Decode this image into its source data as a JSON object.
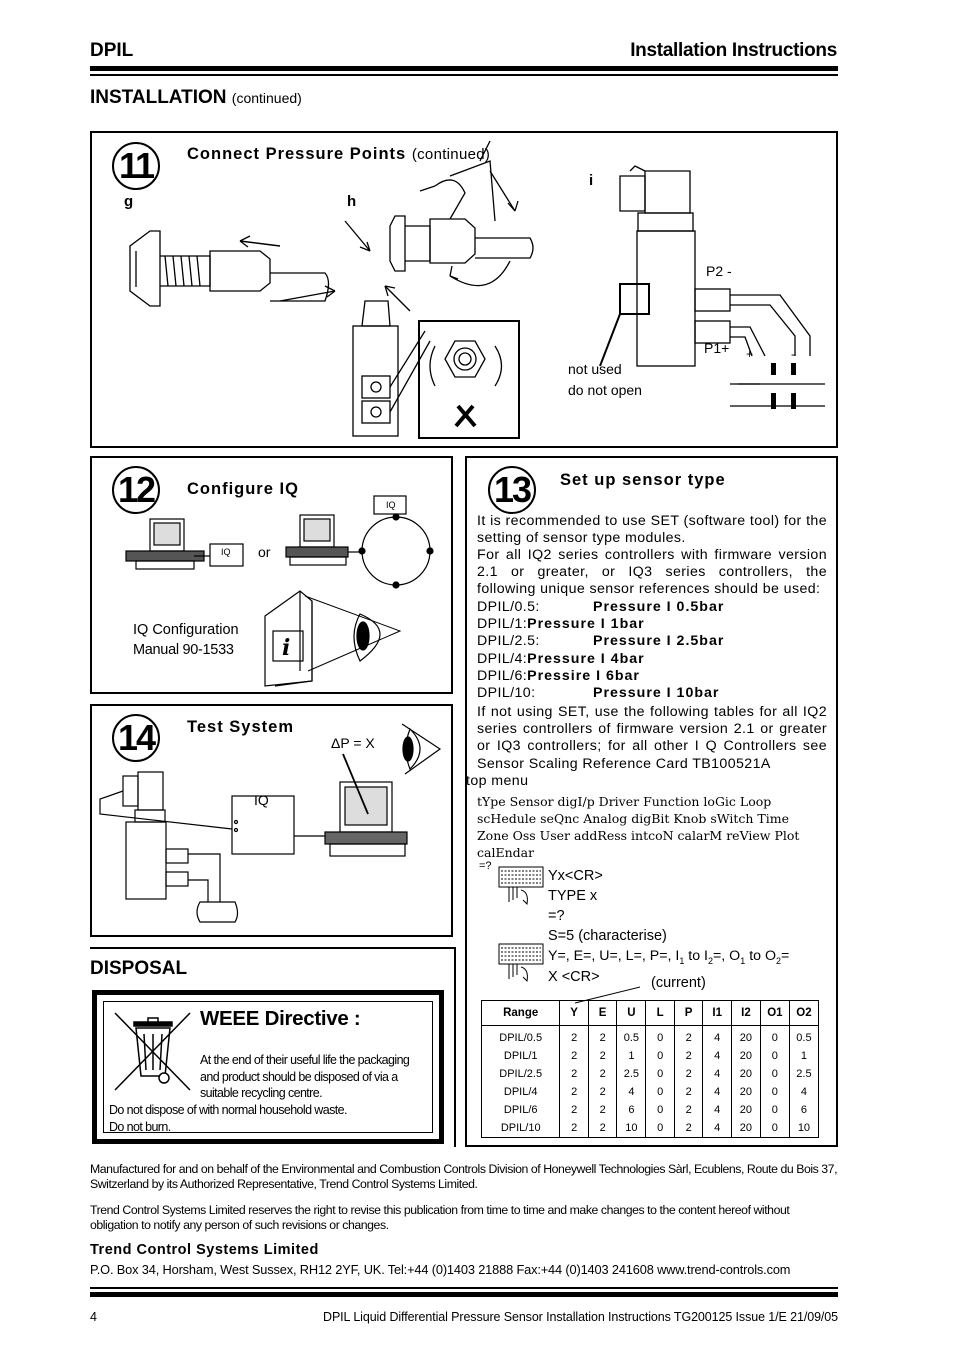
{
  "header": {
    "left": "DPIL",
    "right": "Installation Instructions"
  },
  "section_installation": {
    "title": "INSTALLATION",
    "suffix": "(continued)"
  },
  "step11": {
    "number": "11",
    "title": "Connect Pressure Points",
    "suffix": "(continued)",
    "label_g": "g",
    "label_h": "h",
    "label_i": "i",
    "p2": "P2 -",
    "p1": "P1+",
    "plus": "+",
    "minus": "-",
    "not_used": "not used",
    "do_not_open": "do not open"
  },
  "step12": {
    "number": "12",
    "title": "Configure IQ",
    "or": "or",
    "iq1": "IQ",
    "iq2": "IQ",
    "manual_line1": "IQ Configuration",
    "manual_line2": "Manual 90-1533"
  },
  "step13": {
    "number": "13",
    "title": "Set up sensor type",
    "intro": "It is recommended  to use SET (software tool) for the setting of sensor type modules.",
    "para2": "For all IQ2 series controllers with firmware version 2.1 or greater, or IQ3 series controllers, the following unique sensor references should be used:",
    "refs": [
      {
        "model": "DPIL/0.5:",
        "ref": "Pressure I 0.5bar"
      },
      {
        "model": "DPIL/1:",
        "ref": "Pressure I 1bar"
      },
      {
        "model": "DPIL/2.5:",
        "ref": "Pressure I 2.5bar"
      },
      {
        "model": "DPIL/4:",
        "ref": "Pressure I 4bar"
      },
      {
        "model": "DPIL/6:",
        "ref": "Pressire I 6bar"
      },
      {
        "model": "DPIL/10:",
        "ref": "Pressure I 10bar"
      }
    ],
    "para3": "If not using SET, use the following tables for all IQ2 series controllers of firmware version 2.1 or greater or IQ3 controllers; for all other I Q Controllers see Sensor Scaling Reference Card TB100521A",
    "top_menu": "top menu",
    "menu_line1": "tYpe Sensor digI/p Driver Function loGic Loop",
    "menu_line2": "scHedule seQnc Analog digBit Knob sWitch Time",
    "menu_line3": "Zone Oss User addRess intcoN calarM reView Plot",
    "menu_line4": "calEndar",
    "prompt": "=?",
    "cmd1": "Yx<CR>",
    "cmd2": "TYPE x",
    "cmd3": "=?",
    "cmd4": "S=5 (characterise)",
    "cmd5a": "Y=, E=, U=, L=, P=, I",
    "cmd5b": " to I",
    "cmd5c": "=, O",
    "cmd5d": " to O",
    "cmd5e": "=",
    "sub1": "1",
    "sub2": "2",
    "cmd6": "X <CR>",
    "current": "(current)",
    "table": {
      "headers": [
        "Range",
        "Y",
        "E",
        "U",
        "L",
        "P",
        "I1",
        "I2",
        "O1",
        "O2"
      ],
      "rows": [
        [
          "DPIL/0.5",
          "2",
          "2",
          "0.5",
          "0",
          "2",
          "4",
          "20",
          "0",
          "0.5"
        ],
        [
          "DPIL/1",
          "2",
          "2",
          "1",
          "0",
          "2",
          "4",
          "20",
          "0",
          "1"
        ],
        [
          "DPIL/2.5",
          "2",
          "2",
          "2.5",
          "0",
          "2",
          "4",
          "20",
          "0",
          "2.5"
        ],
        [
          "DPIL/4",
          "2",
          "2",
          "4",
          "0",
          "2",
          "4",
          "20",
          "0",
          "4"
        ],
        [
          "DPIL/6",
          "2",
          "2",
          "6",
          "0",
          "2",
          "4",
          "20",
          "0",
          "6"
        ],
        [
          "DPIL/10",
          "2",
          "2",
          "10",
          "0",
          "2",
          "4",
          "20",
          "0",
          "10"
        ]
      ]
    }
  },
  "step14": {
    "number": "14",
    "title": "Test System",
    "delta_p": "ΔP = X",
    "iq": "IQ"
  },
  "disposal": {
    "title": "DISPOSAL",
    "weee_title": "WEEE Directive :",
    "line1": "At the end of their useful life the packaging",
    "line2": "and product should be disposed of via a",
    "line3": "suitable recycling centre.",
    "line4": "Do not dispose of with normal household waste.",
    "line5": "Do not burn."
  },
  "footer": {
    "manufactured": "Manufactured for and on behalf of the Environmental and Combustion Controls Division of Honeywell Technologies Sàrl, Ecublens, Route du Bois 37, Switzerland by its Authorized Representative, Trend Control Systems Limited.",
    "rights": "Trend Control Systems Limited reserves the right to revise this publication from time to time and make changes to the content hereof without obligation to notify any person of such revisions or changes.",
    "company": "Trend Control Systems Limited",
    "address": "P.O. Box 34, Horsham, West Sussex, RH12 2YF, UK. Tel:+44 (0)1403 21888 Fax:+44 (0)1403 241608 www.trend-controls.com",
    "page": "4",
    "doc": "DPIL Liquid Differential Pressure Sensor Installation Instructions TG200125 Issue 1/E 21/09/05"
  }
}
